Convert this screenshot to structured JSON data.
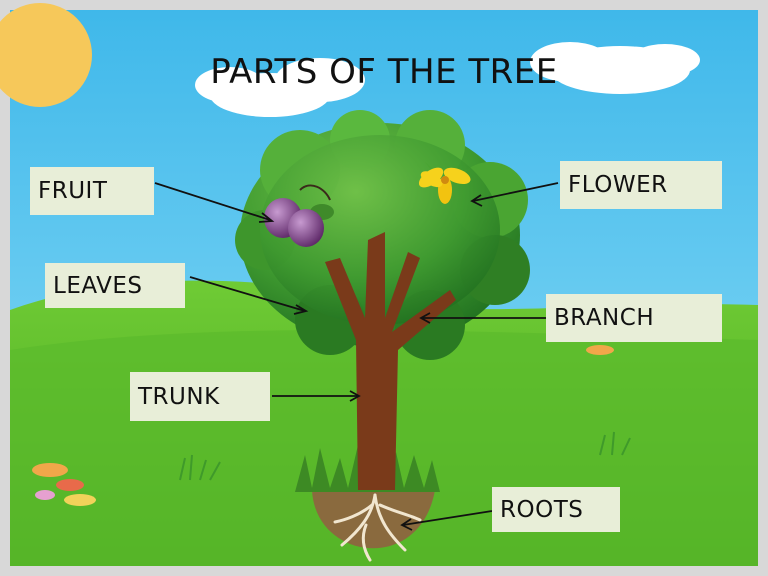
{
  "title": "PARTS OF THE TREE",
  "labels": {
    "fruit": "FRUIT",
    "flower": "FLOWER",
    "leaves": "LEAVES",
    "branch": "BRANCH",
    "trunk": "TRUNK",
    "roots": "ROOTS"
  },
  "colors": {
    "sky": "#5cc8ef",
    "grass": "#58b52c",
    "canopy": "#2f8a2a",
    "trunk": "#7a3a1a",
    "soil": "#8a6a3e",
    "sun": "#f6c85a",
    "label_bg": "#e8eed8"
  }
}
